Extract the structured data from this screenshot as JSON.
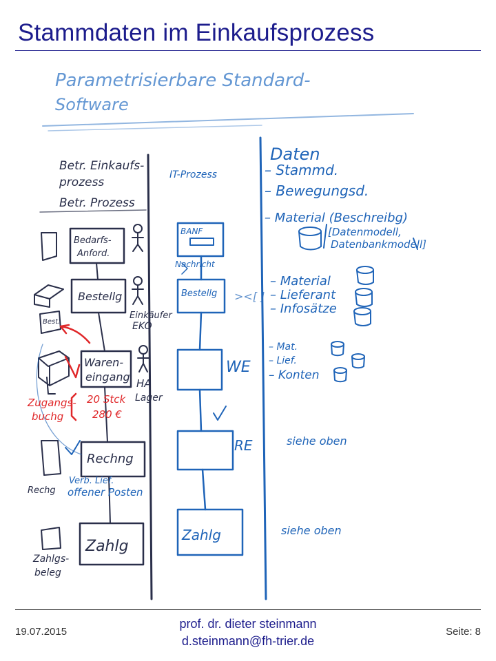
{
  "slide": {
    "title": "Stammdaten im Einkaufsprozess",
    "footer": {
      "date": "19.07.2015",
      "author": "prof. dr. dieter steinmann",
      "email": "d.steinmann@fh-trier.de",
      "page": "Seite: 8"
    }
  },
  "whiteboard": {
    "heading_line1": "Parametrisierbare Standard-",
    "heading_line2": "Software",
    "left_header": [
      "Betr. Einkaufs-",
      "prozess",
      "Betr. Prozess"
    ],
    "it_header": "IT-Prozess",
    "data_header": "Daten",
    "data_types": [
      "– Stammd.",
      "– Bewegungsd."
    ],
    "material_note": "– Material (Beschreibg)",
    "datamodel_note": [
      "[Datenmodell,",
      "Datenbankmodell]"
    ],
    "left_steps": [
      "Bedarfs-",
      "Anford.",
      "Bestellg",
      "Waren-",
      "eingang",
      "Rechng",
      "Zahlg"
    ],
    "roles": [
      "Einkäufer",
      "EKO",
      "HA",
      "Lager"
    ],
    "left_docs": [
      "Best.",
      "Rechg",
      "Zahlgs-",
      "beleg"
    ],
    "receipt_note_red": [
      "Zugangs-",
      "buchg",
      "20 Stck",
      "280 €"
    ],
    "open_items_note": [
      "Verb. Lief.",
      "offener Posten"
    ],
    "it_steps": [
      "BANF",
      "Bestellg",
      "WE",
      "RE",
      "Zahlg"
    ],
    "it_annotation": "Nachricht",
    "order_data": [
      "– Material",
      "– Lieferant",
      "– Infosätze"
    ],
    "order_bracket": "><[ ]",
    "receipt_data": [
      "– Mat.",
      "– Lief.",
      "– Konten"
    ],
    "invoice_note": "siehe oben",
    "payment_note": "siehe oben"
  },
  "colors": {
    "title": "#1c1c8c",
    "marker_blue": "#1f64b8",
    "marker_red": "#e0282a",
    "marker_dark": "#2a2f4a"
  }
}
